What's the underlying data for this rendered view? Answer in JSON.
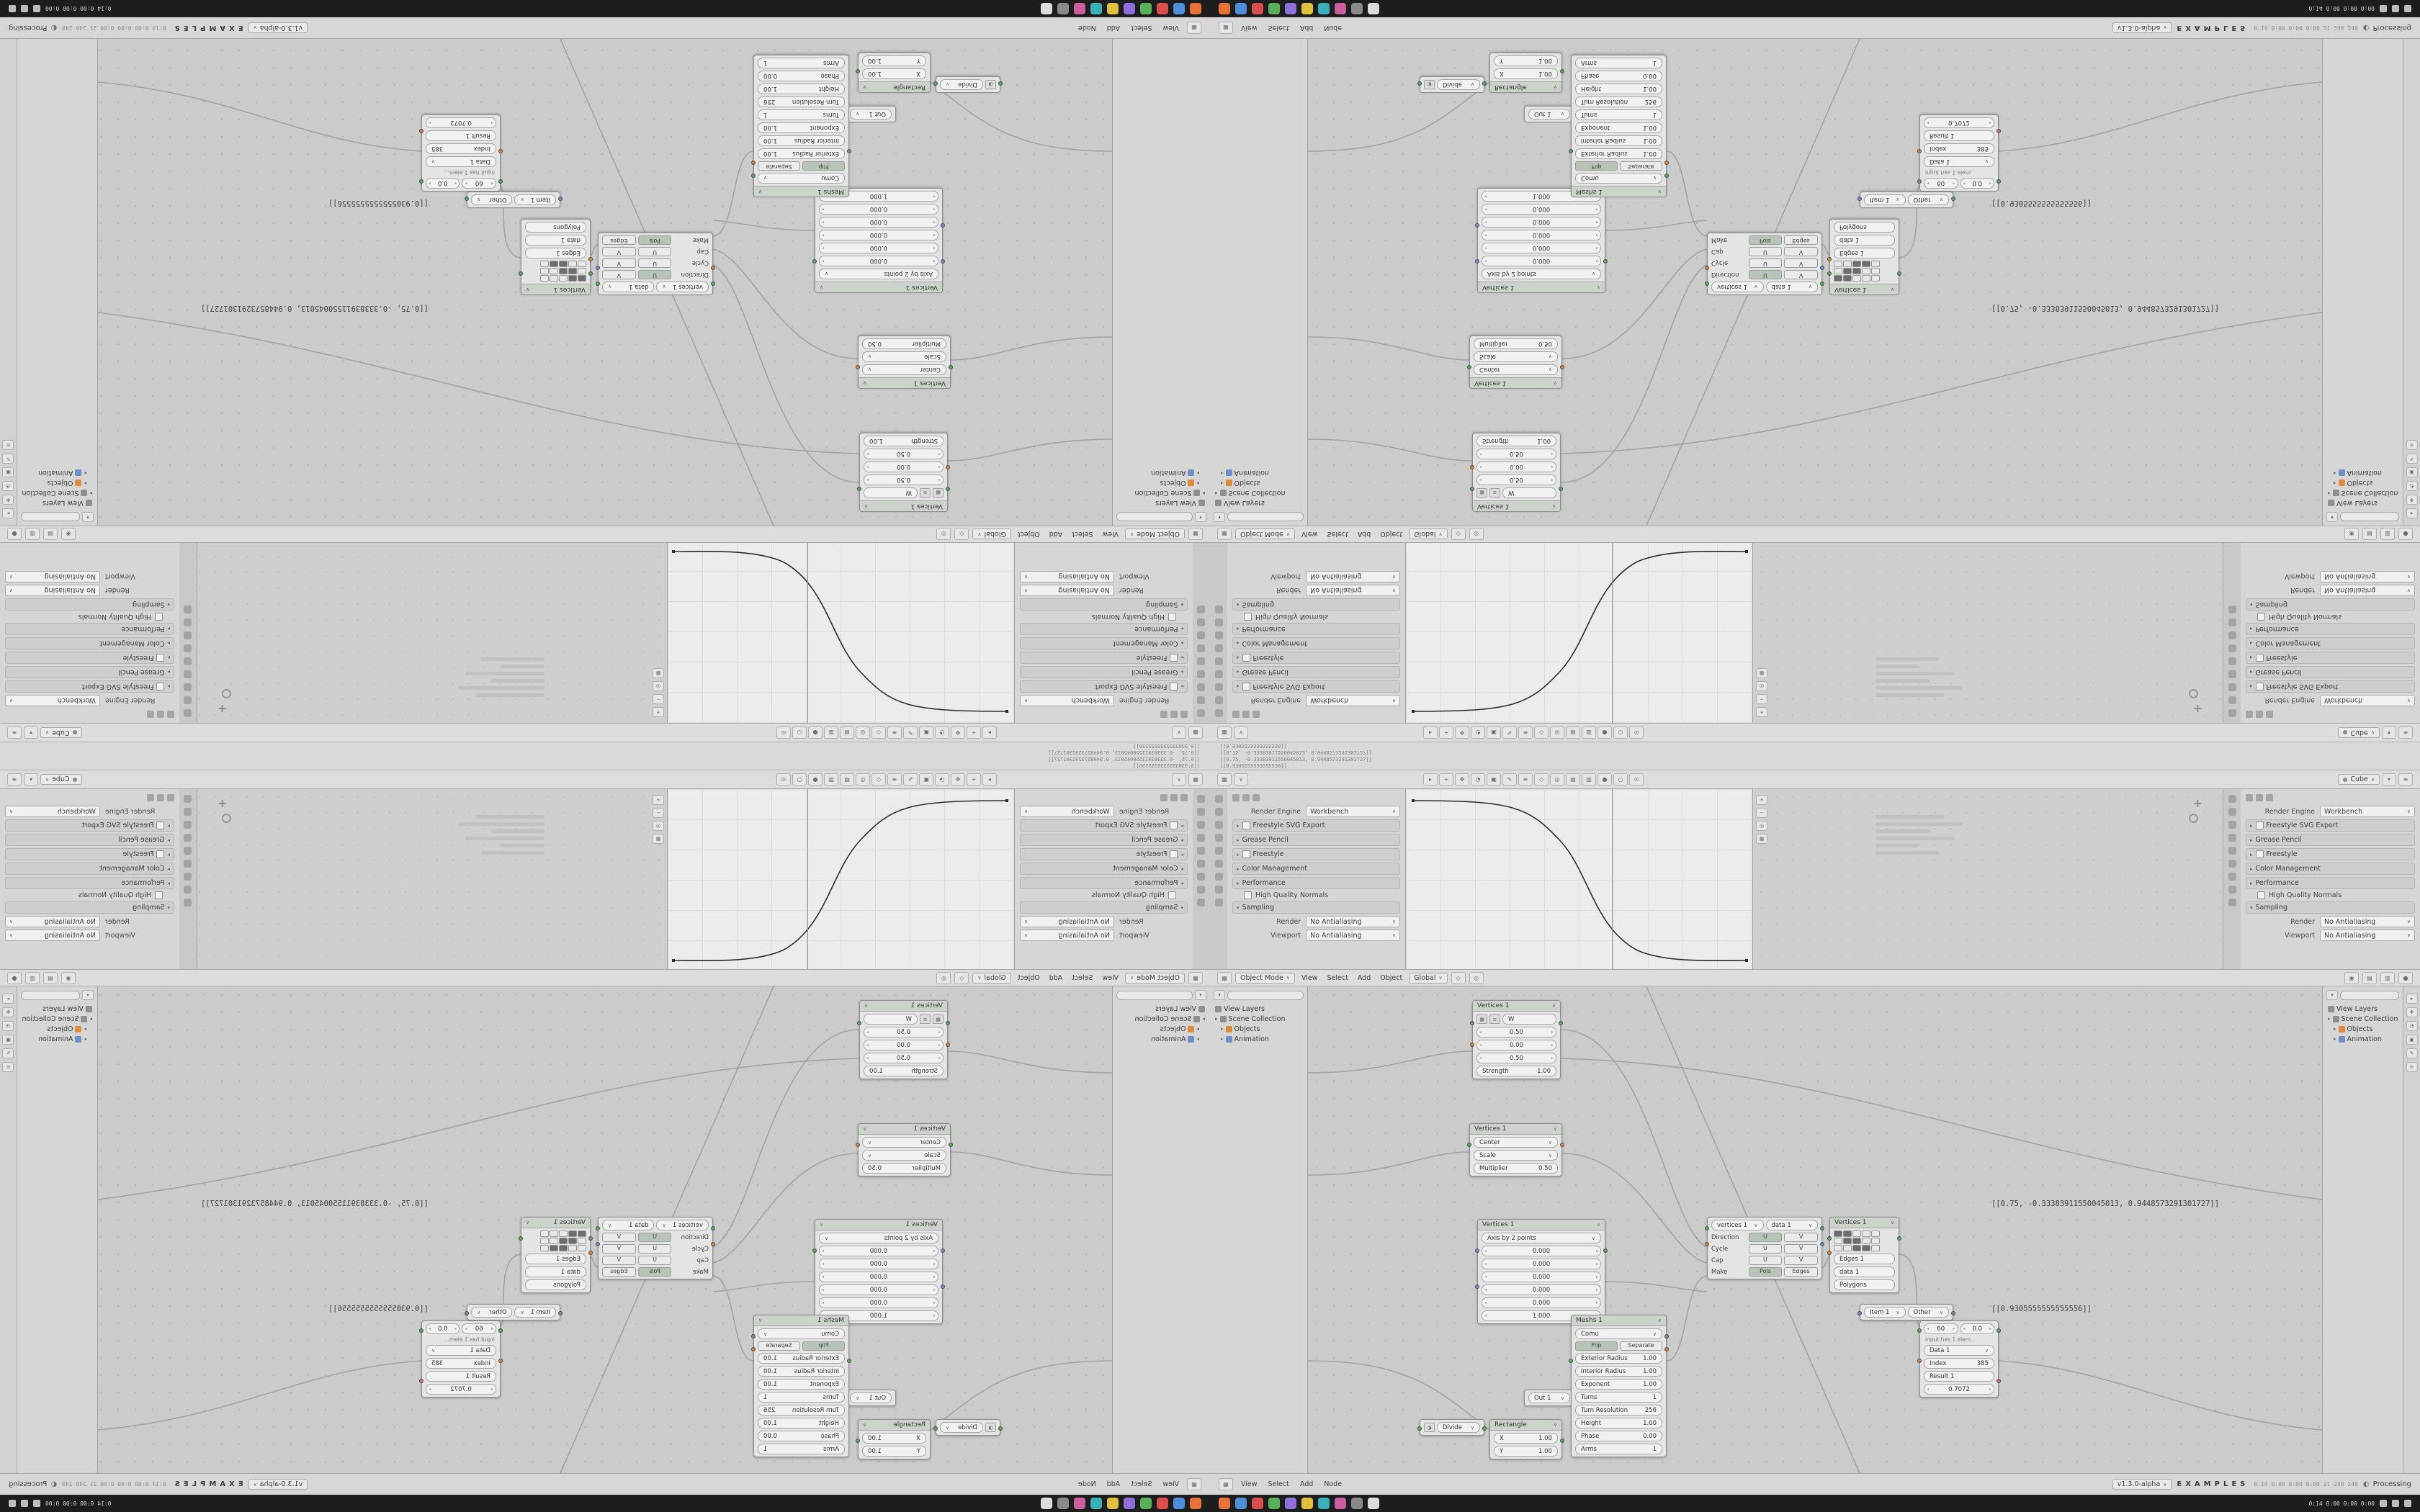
{
  "window": {
    "version": "v1.3.0-alpha",
    "brand": "EXAMPLES",
    "status": "Processing",
    "stats": "0:14 0:00 0:00 0:00 21 240 240",
    "console_line_1": "[[0.75, -0.33383911550045013, 0.9448573291301727]]",
    "console_line_2": "[[0.9305555555555556]]"
  },
  "headers": {
    "object_name": "Cube",
    "viewport": {
      "mode": "Object Mode",
      "orientation": "Global",
      "menus": [
        "View",
        "Select",
        "Add",
        "Object"
      ]
    },
    "node_editor": {
      "menus": [
        "View",
        "Select",
        "Add",
        "Node"
      ]
    }
  },
  "outliner": {
    "title": "View Layers",
    "items": [
      "Scene Collection",
      "Objects",
      "Animation"
    ]
  },
  "properties": {
    "engine_label": "Render Engine",
    "engine_value": "Workbench",
    "sections": [
      "Freestyle SVG Export",
      "Grease Pencil",
      "Freestyle",
      "Color Management",
      "Performance"
    ],
    "high_quality_normals": "High Quality Normals",
    "sampling_title": "Sampling",
    "render_label": "Render",
    "render_value": "No Antialiasing",
    "viewport_label": "Viewport",
    "viewport_value": "No Antialiasing"
  },
  "annotations": {
    "vector_list": "[[0.75, -0.33383911550045013, 0.9448573291301727]]",
    "value_list": "[[0.9305555555555556]]"
  },
  "nodes": {
    "noise": {
      "title": "Vertices 1",
      "axis": "W",
      "v1": "0.50",
      "v2": "0.00",
      "v3": "0.50",
      "strength_label": "Strength",
      "strength": "1.00"
    },
    "transform": {
      "title": "Vertices 1",
      "row1": "Center",
      "row2": "Scale",
      "mult_label": "Multiplier",
      "mult": "0.50"
    },
    "axis2p": {
      "title": "Vertices 1",
      "subtitle": "Axis by 2 points",
      "a1": "0.000",
      "a2": "0.000",
      "a3": "0.000",
      "b1": "0.000",
      "b2": "0.000",
      "b3": "1.000"
    },
    "out": {
      "title": "Out 1"
    },
    "divide": {
      "label": "Divide"
    },
    "rect": {
      "title": "Rectangle",
      "x_label": "X",
      "x": "1.00",
      "y_label": "Y",
      "y": "1.00"
    },
    "spiral": {
      "title": "Meshs 1",
      "mode": "Comu",
      "flip": "Flip",
      "separate": "Separate",
      "fields": [
        {
          "label": "Exterior Radius",
          "value": "1.00"
        },
        {
          "label": "Interior Radius",
          "value": "1.00"
        },
        {
          "label": "Exponent",
          "value": "1.00"
        },
        {
          "label": "Turns",
          "value": "1"
        },
        {
          "label": "Turn Resolution",
          "value": "256"
        },
        {
          "label": "Height",
          "value": "1.00"
        },
        {
          "label": "Phase",
          "value": "0.00"
        },
        {
          "label": "Arms",
          "value": "1"
        }
      ]
    },
    "connection": {
      "out1": "vertices 1",
      "out2": "data 1",
      "rows": [
        {
          "label": "Direction",
          "a": "U",
          "b": "V"
        },
        {
          "label": "Cycle",
          "a": "U",
          "b": "V"
        },
        {
          "label": "Cap",
          "a": "U",
          "b": "V"
        },
        {
          "label": "Make",
          "a": "Pols",
          "b": "Edges"
        }
      ]
    },
    "viewer": {
      "rows": [
        "Vertices 1",
        "Edges 1",
        "data 1",
        "Polygons"
      ]
    },
    "item": {
      "left": "Item 1",
      "right": "Other"
    },
    "list": {
      "n1": "60",
      "n2": "0.0",
      "note": "input has 1 elem...",
      "data": "Data 1",
      "index_label": "Index",
      "index": "385",
      "result_label": "Result 1",
      "value": "0.7072"
    }
  },
  "taskbar": {
    "tray_text": "0:14  0:00  0:00  0:00",
    "app_colors": [
      "#e8733a",
      "#4f8fd9",
      "#d94f4f",
      "#58b058",
      "#8f6fd9",
      "#e0c040",
      "#3ab0b8",
      "#c95f9f",
      "#8a8a8a",
      "#dcdcdc"
    ]
  },
  "palette": {
    "accent_green": "#5aa85a",
    "socket_orange": "#d9843c",
    "socket_blue": "#6f8fc9",
    "taskbar_bg": "#1d1d1d"
  }
}
